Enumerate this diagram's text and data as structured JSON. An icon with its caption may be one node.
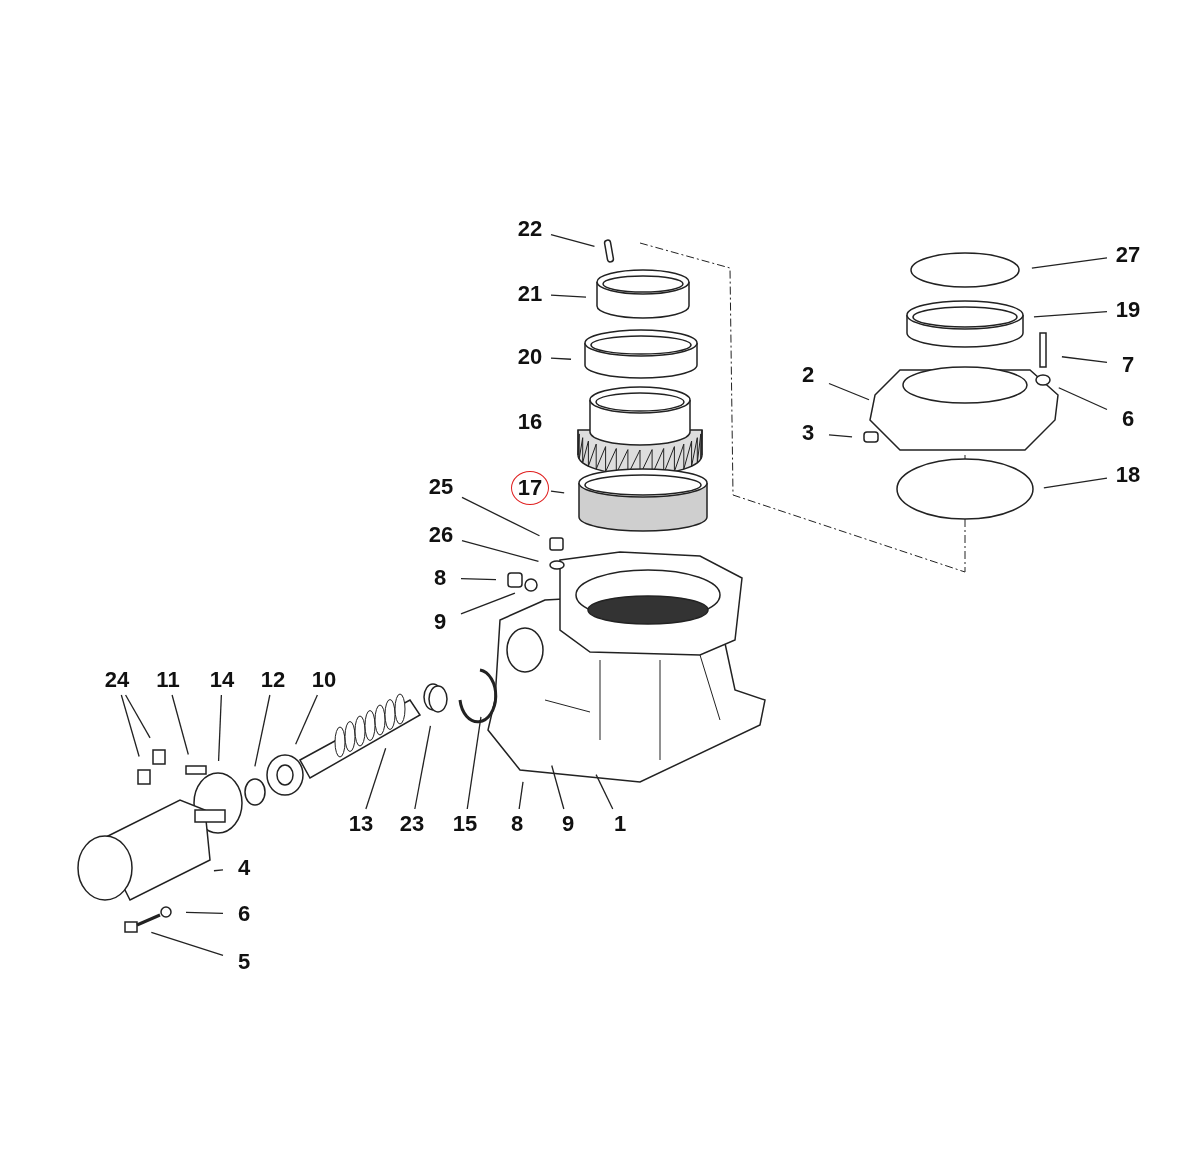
{
  "diagram": {
    "nodes": [
      {
        "text": [
          "22"
        ]
      },
      {
        "text": [
          "21"
        ]
      },
      {
        "text": [
          "20"
        ]
      },
      {
        "text": [
          "17"
        ]
      },
      {
        "text": [
          "25"
        ]
      },
      {
        "text": [
          "26"
        ]
      },
      {
        "text": [
          "8"
        ]
      },
      {
        "text": [
          "9"
        ]
      },
      {
        "text": [
          "24"
        ]
      },
      {
        "text": [
          "11"
        ]
      },
      {
        "text": [
          "14"
        ]
      },
      {
        "text": [
          "12"
        ]
      },
      {
        "text": [
          "10"
        ]
      },
      {
        "text": [
          "13"
        ]
      },
      {
        "text": [
          "23"
        ]
      },
      {
        "text": [
          "15"
        ]
      },
      {
        "text": [
          "8"
        ]
      },
      {
        "text": [
          "9"
        ]
      },
      {
        "text": [
          "1"
        ]
      },
      {
        "text": [
          "4"
        ]
      },
      {
        "text": [
          "6"
        ]
      },
      {
        "text": [
          "5"
        ]
      },
      {
        "text": [
          "27"
        ]
      },
      {
        "text": [
          "19"
        ]
      },
      {
        "text": [
          "7"
        ]
      },
      {
        "text": [
          "2"
        ]
      },
      {
        "text": [
          "6"
        ]
      },
      {
        "text": [
          "3"
        ]
      },
      {
        "text": [
          "18"
        ]
      }
    ],
    "edges": [
      {
        "from": 0,
        "to": null,
        "arrow": "none"
      },
      {
        "from": 1,
        "to": null,
        "arrow": "none"
      },
      {
        "from": 2,
        "to": null,
        "arrow": "none"
      },
      {
        "from": 3,
        "to": null,
        "arrow": "none"
      },
      {
        "from": 4,
        "to": null,
        "arrow": "none"
      },
      {
        "from": 5,
        "to": null,
        "arrow": "none"
      },
      {
        "from": 6,
        "to": null,
        "arrow": "none"
      },
      {
        "from": 7,
        "to": null,
        "arrow": "none"
      },
      {
        "from": 8,
        "to": null,
        "arrow": "none"
      },
      {
        "from": 8,
        "to": null,
        "arrow": "none"
      },
      {
        "from": 9,
        "to": null,
        "arrow": "none"
      },
      {
        "from": 10,
        "to": null,
        "arrow": "none"
      },
      {
        "from": 11,
        "to": null,
        "arrow": "none"
      },
      {
        "from": 12,
        "to": null,
        "arrow": "none"
      },
      {
        "from": 13,
        "to": null,
        "arrow": "none"
      },
      {
        "from": 14,
        "to": null,
        "arrow": "none"
      },
      {
        "from": 15,
        "to": null,
        "arrow": "none"
      },
      {
        "from": 16,
        "to": null,
        "arrow": "none"
      },
      {
        "from": 17,
        "to": null,
        "arrow": "none"
      },
      {
        "from": 18,
        "to": null,
        "arrow": "none"
      },
      {
        "from": 19,
        "to": null,
        "arrow": "none"
      },
      {
        "from": 20,
        "to": null,
        "arrow": "none"
      },
      {
        "from": 21,
        "to": null,
        "arrow": "none"
      },
      {
        "from": 22,
        "to": null,
        "arrow": "none"
      },
      {
        "from": 23,
        "to": null,
        "arrow": "none"
      },
      {
        "from": 24,
        "to": null,
        "arrow": "none"
      },
      {
        "from": 25,
        "to": null,
        "arrow": "none"
      },
      {
        "from": 26,
        "to": null,
        "arrow": "none"
      },
      {
        "from": 27,
        "to": null,
        "arrow": "none"
      },
      {
        "from": 28,
        "to": null,
        "arrow": "none"
      }
    ],
    "labels": [
      "16"
    ]
  }
}
